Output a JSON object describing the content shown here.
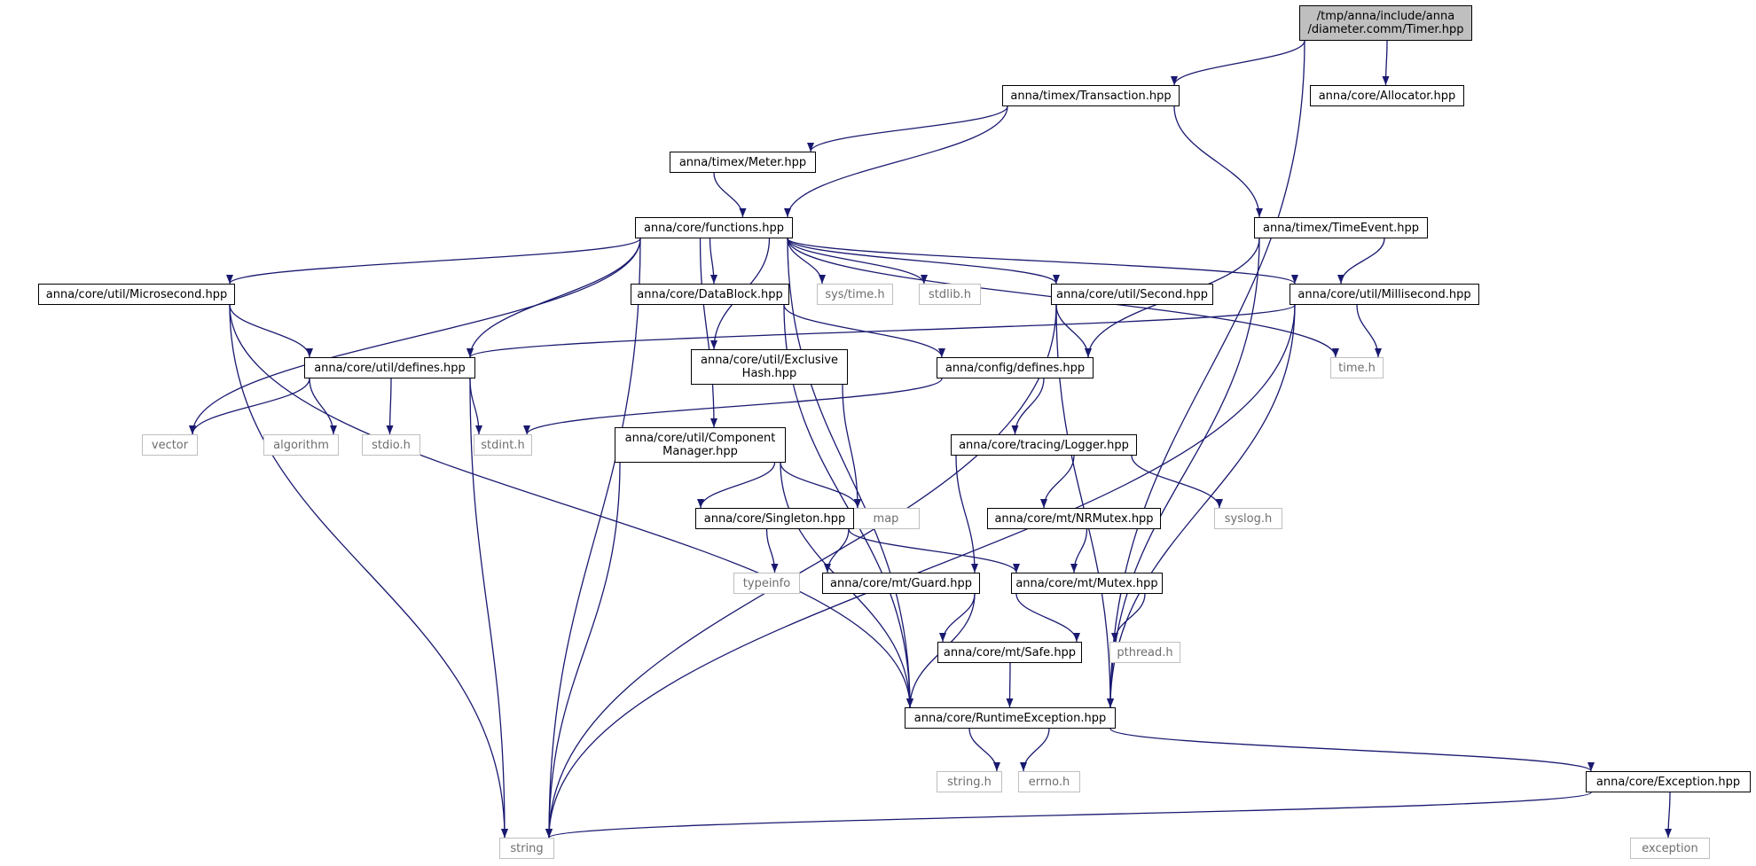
{
  "colors": {
    "edge": "#191970",
    "node_border": "#000000",
    "system_border": "#bfbfbf",
    "root_fill": "#bfbfbf"
  },
  "nodes": [
    {
      "id": "timer",
      "label": "/tmp/anna/include/anna\n/diameter.comm/Timer.hpp"
    },
    {
      "id": "transaction",
      "label": "anna/timex/Transaction.hpp"
    },
    {
      "id": "allocator",
      "label": "anna/core/Allocator.hpp"
    },
    {
      "id": "meter",
      "label": "anna/timex/Meter.hpp"
    },
    {
      "id": "functions",
      "label": "anna/core/functions.hpp"
    },
    {
      "id": "timeevent",
      "label": "anna/timex/TimeEvent.hpp"
    },
    {
      "id": "microsecond",
      "label": "anna/core/util/Microsecond.hpp"
    },
    {
      "id": "datablock",
      "label": "anna/core/DataBlock.hpp"
    },
    {
      "id": "systime",
      "label": "sys/time.h"
    },
    {
      "id": "stdlib",
      "label": "stdlib.h"
    },
    {
      "id": "second",
      "label": "anna/core/util/Second.hpp"
    },
    {
      "id": "millisecond",
      "label": "anna/core/util/Millisecond.hpp"
    },
    {
      "id": "utildefines",
      "label": "anna/core/util/defines.hpp"
    },
    {
      "id": "exclusivehash",
      "label": "anna/core/util/Exclusive\nHash.hpp"
    },
    {
      "id": "configdefines",
      "label": "anna/config/defines.hpp"
    },
    {
      "id": "timeh",
      "label": "time.h"
    },
    {
      "id": "vector",
      "label": "vector"
    },
    {
      "id": "algorithm",
      "label": "algorithm"
    },
    {
      "id": "stdio",
      "label": "stdio.h"
    },
    {
      "id": "stdint",
      "label": "stdint.h"
    },
    {
      "id": "componentmanager",
      "label": "anna/core/util/Component\nManager.hpp"
    },
    {
      "id": "logger",
      "label": "anna/core/tracing/Logger.hpp"
    },
    {
      "id": "map",
      "label": "map"
    },
    {
      "id": "singleton",
      "label": "anna/core/Singleton.hpp"
    },
    {
      "id": "nrmutex",
      "label": "anna/core/mt/NRMutex.hpp"
    },
    {
      "id": "syslog",
      "label": "syslog.h"
    },
    {
      "id": "typeinfo",
      "label": "typeinfo"
    },
    {
      "id": "guard",
      "label": "anna/core/mt/Guard.hpp"
    },
    {
      "id": "mutex",
      "label": "anna/core/mt/Mutex.hpp"
    },
    {
      "id": "safe",
      "label": "anna/core/mt/Safe.hpp"
    },
    {
      "id": "pthread",
      "label": "pthread.h"
    },
    {
      "id": "runtimeexception",
      "label": "anna/core/RuntimeException.hpp"
    },
    {
      "id": "stringh",
      "label": "string.h"
    },
    {
      "id": "errno",
      "label": "errno.h"
    },
    {
      "id": "exception_hpp",
      "label": "anna/core/Exception.hpp"
    },
    {
      "id": "string",
      "label": "string"
    },
    {
      "id": "exception",
      "label": "exception"
    }
  ],
  "edges": [
    {
      "from": "timer",
      "to": "transaction"
    },
    {
      "from": "timer",
      "to": "allocator"
    },
    {
      "from": "timer",
      "to": "runtimeexception"
    },
    {
      "from": "transaction",
      "to": "meter"
    },
    {
      "from": "transaction",
      "to": "functions"
    },
    {
      "from": "transaction",
      "to": "timeevent"
    },
    {
      "from": "meter",
      "to": "functions"
    },
    {
      "from": "functions",
      "to": "string"
    },
    {
      "from": "functions",
      "to": "microsecond"
    },
    {
      "from": "functions",
      "to": "utildefines"
    },
    {
      "from": "functions",
      "to": "vector"
    },
    {
      "from": "functions",
      "to": "runtimeexception"
    },
    {
      "from": "functions",
      "to": "componentmanager"
    },
    {
      "from": "functions",
      "to": "exclusivehash"
    },
    {
      "from": "functions",
      "to": "datablock"
    },
    {
      "from": "functions",
      "to": "systime"
    },
    {
      "from": "functions",
      "to": "stdlib"
    },
    {
      "from": "functions",
      "to": "second"
    },
    {
      "from": "functions",
      "to": "millisecond"
    },
    {
      "from": "functions",
      "to": "timeh"
    },
    {
      "from": "timeevent",
      "to": "configdefines"
    },
    {
      "from": "timeevent",
      "to": "millisecond"
    },
    {
      "from": "timeevent",
      "to": "runtimeexception"
    },
    {
      "from": "microsecond",
      "to": "utildefines"
    },
    {
      "from": "microsecond",
      "to": "string"
    },
    {
      "from": "microsecond",
      "to": "runtimeexception"
    },
    {
      "from": "datablock",
      "to": "configdefines"
    },
    {
      "from": "datablock",
      "to": "runtimeexception"
    },
    {
      "from": "second",
      "to": "configdefines"
    },
    {
      "from": "second",
      "to": "runtimeexception"
    },
    {
      "from": "second",
      "to": "string"
    },
    {
      "from": "millisecond",
      "to": "utildefines"
    },
    {
      "from": "millisecond",
      "to": "timeh"
    },
    {
      "from": "millisecond",
      "to": "runtimeexception"
    },
    {
      "from": "millisecond",
      "to": "string"
    },
    {
      "from": "utildefines",
      "to": "vector"
    },
    {
      "from": "utildefines",
      "to": "algorithm"
    },
    {
      "from": "utildefines",
      "to": "stdio"
    },
    {
      "from": "utildefines",
      "to": "stdint"
    },
    {
      "from": "utildefines",
      "to": "string"
    },
    {
      "from": "exclusivehash",
      "to": "map"
    },
    {
      "from": "configdefines",
      "to": "stdint"
    },
    {
      "from": "configdefines",
      "to": "logger"
    },
    {
      "from": "componentmanager",
      "to": "singleton"
    },
    {
      "from": "componentmanager",
      "to": "map"
    },
    {
      "from": "componentmanager",
      "to": "runtimeexception"
    },
    {
      "from": "componentmanager",
      "to": "string"
    },
    {
      "from": "logger",
      "to": "guard"
    },
    {
      "from": "logger",
      "to": "nrmutex"
    },
    {
      "from": "logger",
      "to": "syslog"
    },
    {
      "from": "singleton",
      "to": "typeinfo"
    },
    {
      "from": "singleton",
      "to": "guard"
    },
    {
      "from": "singleton",
      "to": "mutex"
    },
    {
      "from": "nrmutex",
      "to": "mutex"
    },
    {
      "from": "guard",
      "to": "safe"
    },
    {
      "from": "guard",
      "to": "runtimeexception"
    },
    {
      "from": "mutex",
      "to": "safe"
    },
    {
      "from": "mutex",
      "to": "pthread"
    },
    {
      "from": "safe",
      "to": "runtimeexception"
    },
    {
      "from": "runtimeexception",
      "to": "stringh"
    },
    {
      "from": "runtimeexception",
      "to": "errno"
    },
    {
      "from": "runtimeexception",
      "to": "exception_hpp"
    },
    {
      "from": "exception_hpp",
      "to": "string"
    },
    {
      "from": "exception_hpp",
      "to": "exception"
    }
  ]
}
